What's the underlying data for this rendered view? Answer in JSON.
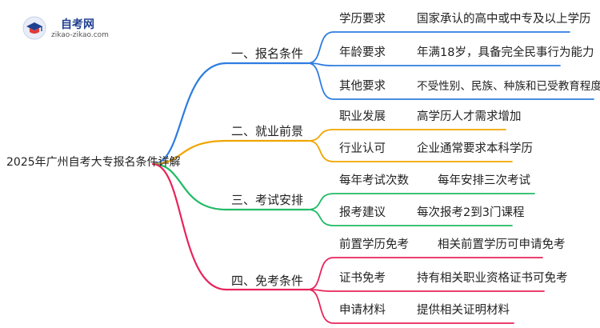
{
  "logo": {
    "title": "自考网",
    "subtitle": "zikao-zikao.com"
  },
  "root": {
    "label": "2025年广州自考大专报名条件详解"
  },
  "branches": [
    {
      "label": "一、报名条件",
      "color": "#2e7de0",
      "items": [
        {
          "label": "学历要求",
          "detail": "国家承认的高中或中专及以上学历"
        },
        {
          "label": "年龄要求",
          "detail": "年满18岁，具备完全民事行为能力"
        },
        {
          "label": "其他要求",
          "detail": "不受性别、民族、种族和已受教育程度限制"
        }
      ]
    },
    {
      "label": "二、就业前景",
      "color": "#f0a500",
      "items": [
        {
          "label": "职业发展",
          "detail": "高学历人才需求增加"
        },
        {
          "label": "行业认可",
          "detail": "企业通常要求本科学历"
        }
      ]
    },
    {
      "label": "三、考试安排",
      "color": "#22bb66",
      "items": [
        {
          "label": "每年考试次数",
          "detail": "每年安排三次考试"
        },
        {
          "label": "报考建议",
          "detail": "每次报考2到3门课程"
        }
      ]
    },
    {
      "label": "四、免考条件",
      "color": "#e8245c",
      "items": [
        {
          "label": "前置学历免考",
          "detail": "相关前置学历可申请免考"
        },
        {
          "label": "证书免考",
          "detail": "持有相关职业资格证书可免考"
        },
        {
          "label": "申请材料",
          "detail": "提供相关证明材料"
        }
      ]
    }
  ]
}
